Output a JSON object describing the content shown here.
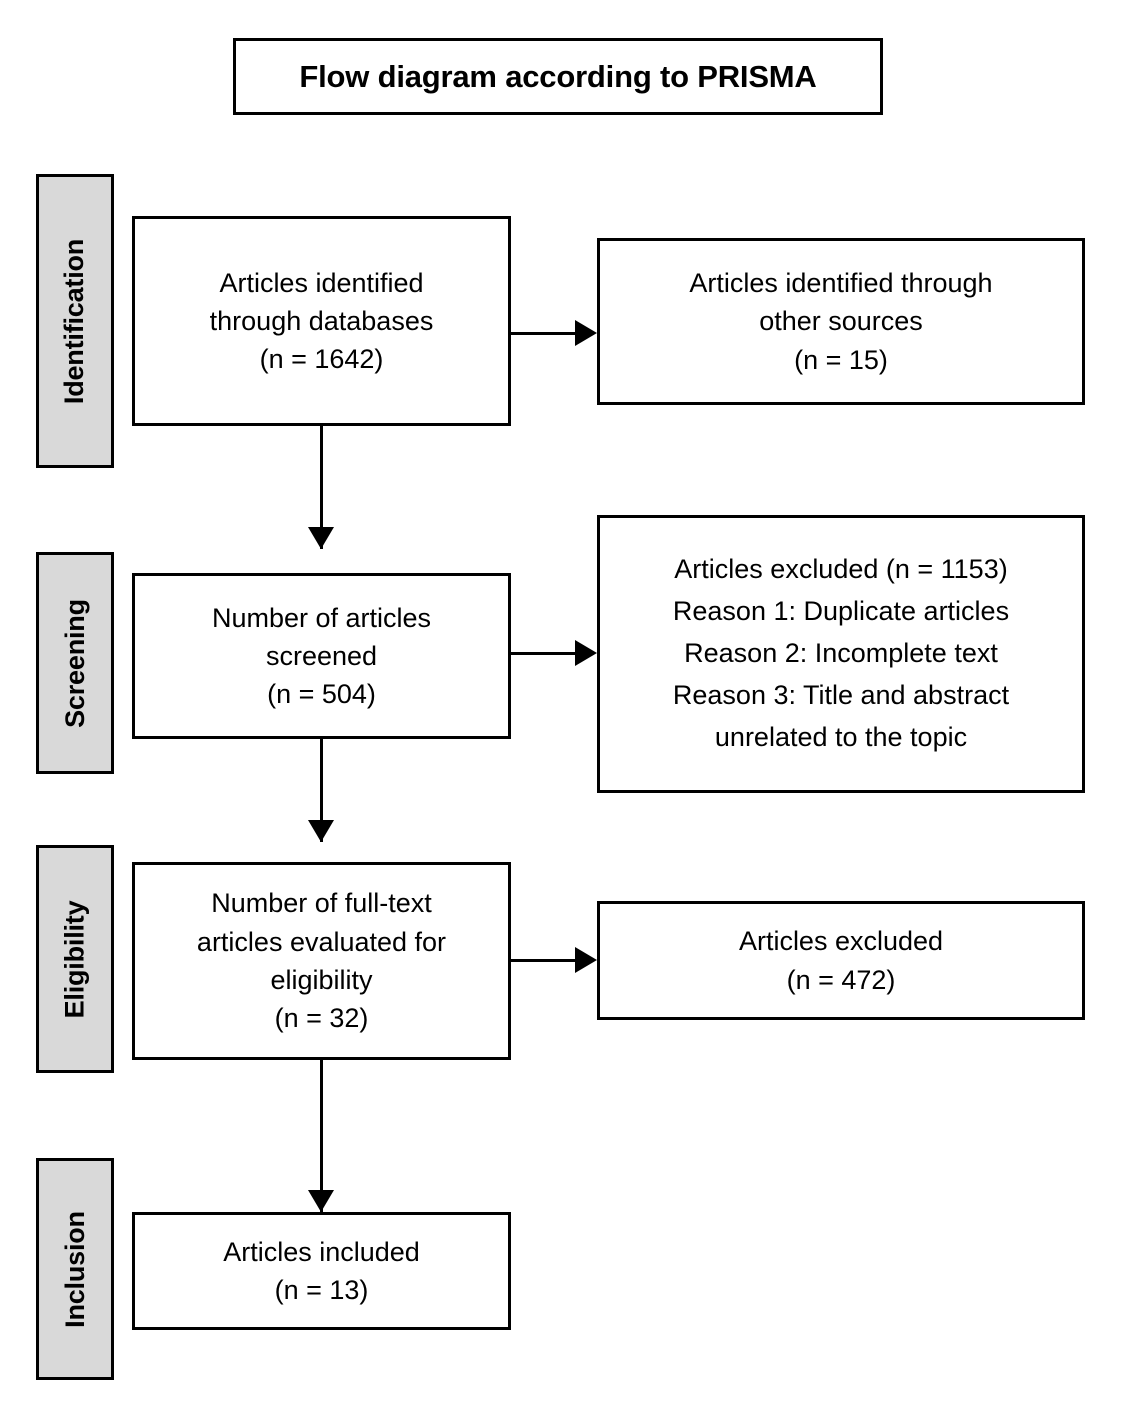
{
  "title": {
    "text": "Flow diagram according to PRISMA"
  },
  "stages": [
    {
      "label": "Identification"
    },
    {
      "label": "Screening"
    },
    {
      "label": "Eligibility"
    },
    {
      "label": "Inclusion"
    }
  ],
  "nodes": {
    "identified_databases": {
      "lines": [
        "Articles identified",
        "through databases",
        "(n = 1642)"
      ]
    },
    "identified_other": {
      "lines": [
        "Articles identified through",
        "other sources",
        "(n = 15)"
      ]
    },
    "screened": {
      "lines": [
        "Number of articles",
        "screened",
        "(n = 504)"
      ]
    },
    "excluded_screening": {
      "lines": [
        "Articles excluded (n = 1153)",
        "Reason 1: Duplicate articles",
        "Reason 2: Incomplete text",
        "Reason 3: Title and abstract",
        "unrelated to the topic"
      ]
    },
    "fulltext_evaluated": {
      "lines": [
        "Number of full-text",
        "articles evaluated for",
        "eligibility",
        "(n = 32)"
      ]
    },
    "excluded_eligibility": {
      "lines": [
        "Articles excluded",
        "(n = 472)"
      ]
    },
    "included": {
      "lines": [
        "Articles included",
        "(n = 13)"
      ]
    }
  },
  "colors": {
    "stroke": "#000000",
    "stage_fill": "#d9d9d9",
    "box_fill": "#ffffff",
    "text": "#000000"
  },
  "flow_data": {
    "type": "diagram",
    "diagram_kind": "prisma-flow",
    "counts": {
      "identified_through_databases": 1642,
      "identified_through_other_sources": 15,
      "screened": 504,
      "excluded_at_screening": 1153,
      "full_text_evaluated": 32,
      "excluded_at_eligibility": 472,
      "included": 13
    },
    "exclusion_reasons": [
      "Duplicate articles",
      "Incomplete text",
      "Title and abstract unrelated to the topic"
    ]
  }
}
